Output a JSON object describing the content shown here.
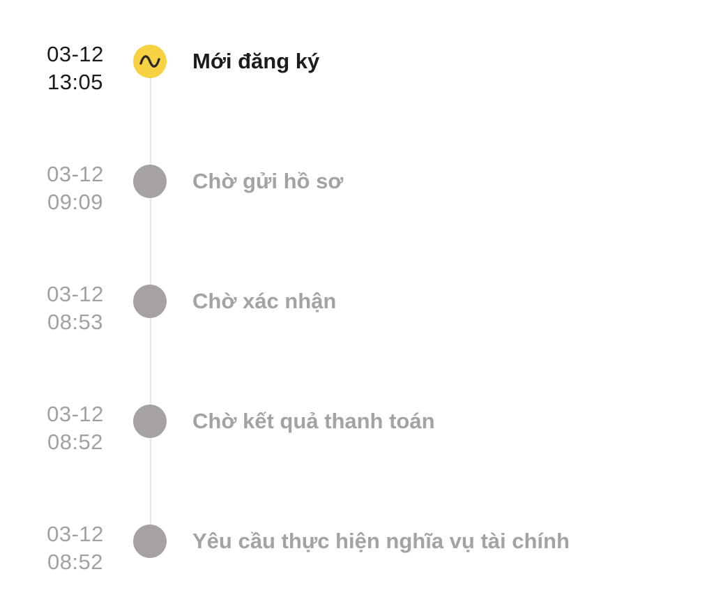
{
  "timeline": {
    "items": [
      {
        "date": "03-12",
        "time": "13:05",
        "label": "Mới đăng ký",
        "state": "current",
        "icon": "wave-icon",
        "color": "#f7d242"
      },
      {
        "date": "03-12",
        "time": "09:09",
        "label": "Chờ gửi hồ sơ",
        "state": "past",
        "color": "#a6a2a3"
      },
      {
        "date": "03-12",
        "time": "08:53",
        "label": "Chờ xác nhận",
        "state": "past",
        "color": "#a6a2a3"
      },
      {
        "date": "03-12",
        "time": "08:52",
        "label": "Chờ kết quả thanh toán",
        "state": "past",
        "color": "#a6a2a3"
      },
      {
        "date": "03-12",
        "time": "08:52",
        "label": "Yêu cầu thực hiện nghĩa vụ tài chính",
        "state": "past",
        "color": "#a6a2a3"
      }
    ]
  }
}
